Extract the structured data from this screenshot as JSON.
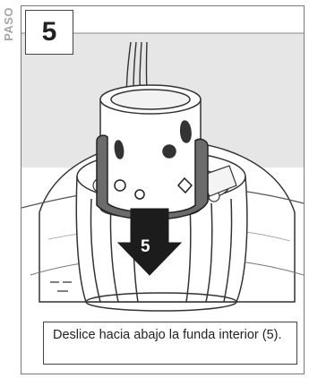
{
  "side_label": "PASO",
  "step_number": "5",
  "callout_number": "5",
  "caption": "Deslice hacia abajo la funda interior (5).",
  "colors": {
    "arrow": "#1c1c1c",
    "band": "#6b6b6b",
    "line": "#333333",
    "gray_bg": "#e6e6e6"
  }
}
